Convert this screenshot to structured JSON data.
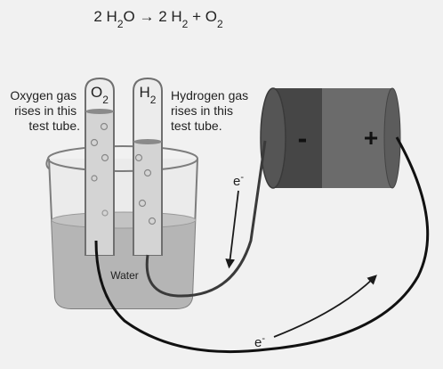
{
  "equation": {
    "parts": [
      "2 H",
      "2",
      "O ",
      "→",
      " 2 H",
      "2",
      " + O",
      "2"
    ]
  },
  "tubes": {
    "oxygen": {
      "formula": "O",
      "subscript": "2"
    },
    "hydrogen": {
      "formula": "H",
      "subscript": "2"
    }
  },
  "labels": {
    "oxygen_note": [
      "Oxygen gas",
      "rises in this",
      "test tube."
    ],
    "hydrogen_note": [
      "Hydrogen gas",
      "rises in this",
      "test tube."
    ],
    "water": "Water"
  },
  "battery": {
    "negative": "-",
    "positive": "+"
  },
  "electrons": {
    "upper": {
      "base": "e",
      "sup": "-"
    },
    "lower": {
      "base": "e",
      "sup": "-"
    }
  },
  "colors": {
    "background": "#f1f1f1",
    "water": "#b5b5b5",
    "beaker": "#e9e9e9",
    "tube_glass": "#ececec",
    "battery_dark": "#4a4a4a",
    "battery_light": "#6a6a6a",
    "wire": "#1a1a1a",
    "bubble": "#cfcfcf"
  }
}
